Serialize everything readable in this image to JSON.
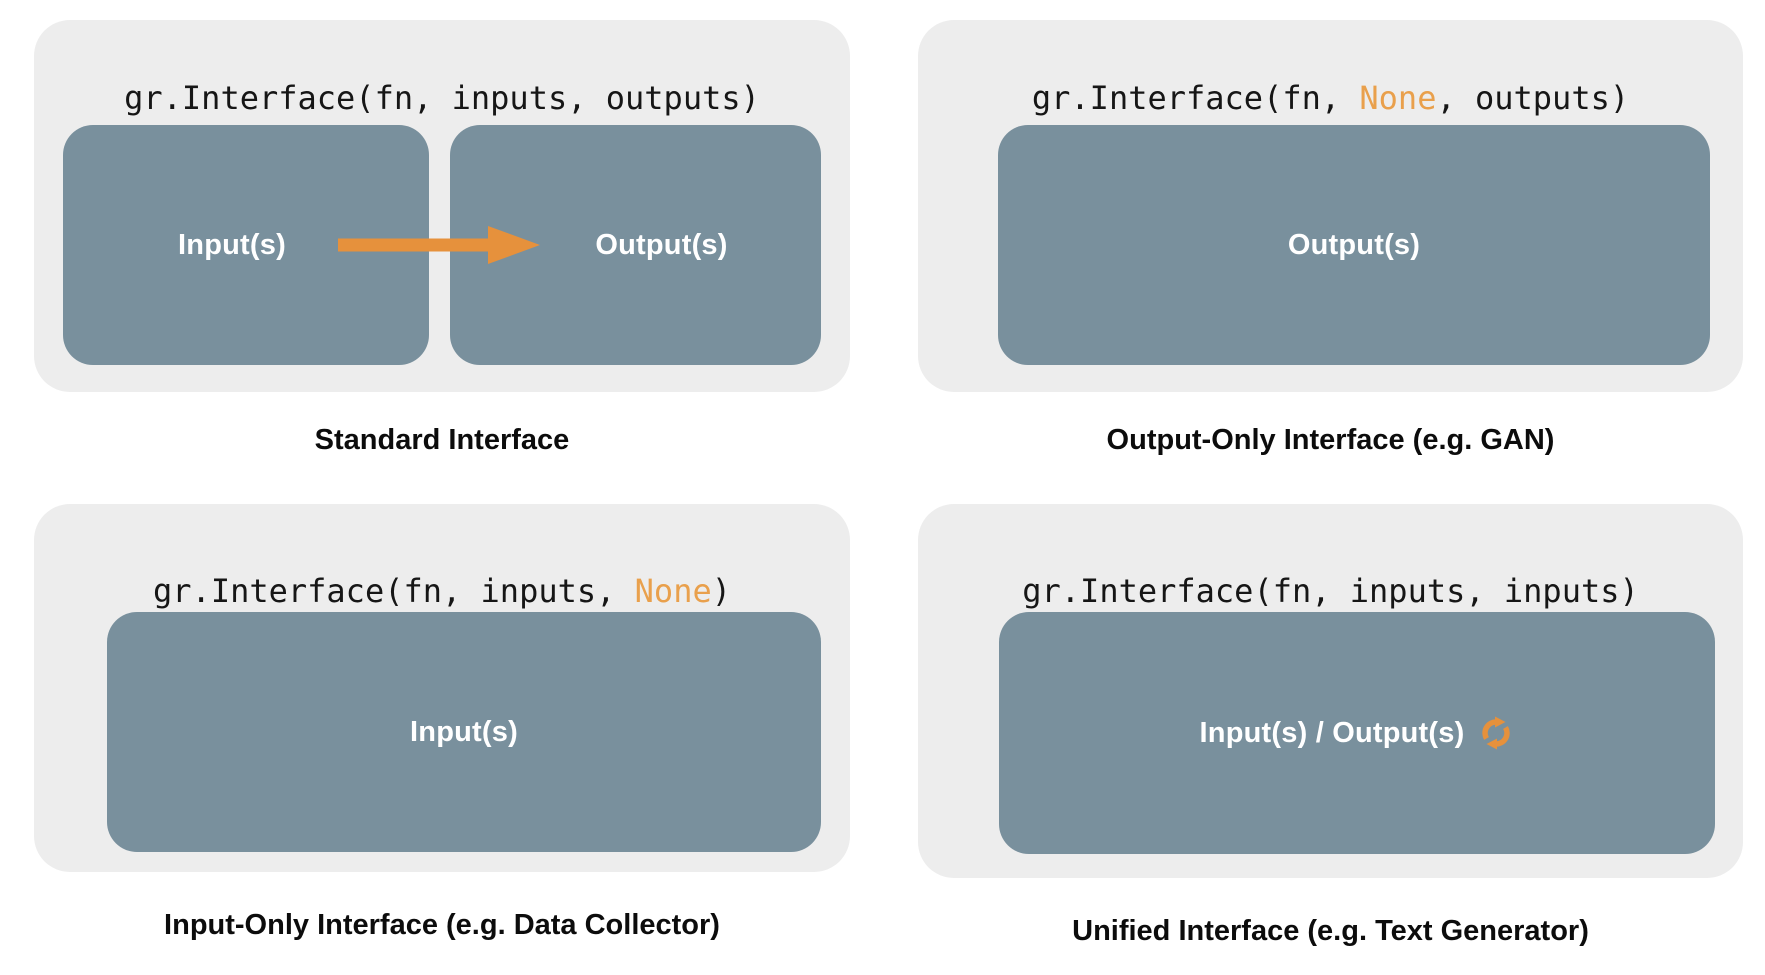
{
  "colors": {
    "page_bg": "#ffffff",
    "panel_bg": "#ededed",
    "box_bg": "#79909d",
    "box_label_text": "#ffffff",
    "code_text": "#161616",
    "none_token_orange": "#e9a04c",
    "accent_orange": "#e6913c",
    "caption_text": "#0c0c0c"
  },
  "panels": [
    {
      "name": "standard",
      "code_parts": [
        {
          "text": "gr.Interface(fn, inputs, outputs)",
          "highlight": false
        }
      ],
      "boxes": [
        {
          "label": "Input(s)"
        },
        {
          "label": "Output(s)"
        }
      ],
      "connector_icon": "arrow-right-icon",
      "caption": "Standard Interface"
    },
    {
      "name": "output-only",
      "code_parts": [
        {
          "text": "gr.Interface(fn, ",
          "highlight": false
        },
        {
          "text": "None",
          "highlight": true
        },
        {
          "text": ", outputs)",
          "highlight": false
        }
      ],
      "boxes": [
        {
          "label": "Output(s)"
        }
      ],
      "caption": "Output-Only Interface (e.g. GAN)"
    },
    {
      "name": "input-only",
      "code_parts": [
        {
          "text": "gr.Interface(fn, inputs, ",
          "highlight": false
        },
        {
          "text": "None",
          "highlight": true
        },
        {
          "text": ")",
          "highlight": false
        }
      ],
      "boxes": [
        {
          "label": "Input(s)"
        }
      ],
      "caption": "Input-Only Interface (e.g. Data Collector)"
    },
    {
      "name": "unified",
      "code_parts": [
        {
          "text": "gr.Interface(fn, inputs, inputs)",
          "highlight": false
        }
      ],
      "boxes": [
        {
          "label": "Input(s) / Output(s)",
          "icon": "sync-icon"
        }
      ],
      "caption": "Unified Interface (e.g. Text Generator)"
    }
  ]
}
